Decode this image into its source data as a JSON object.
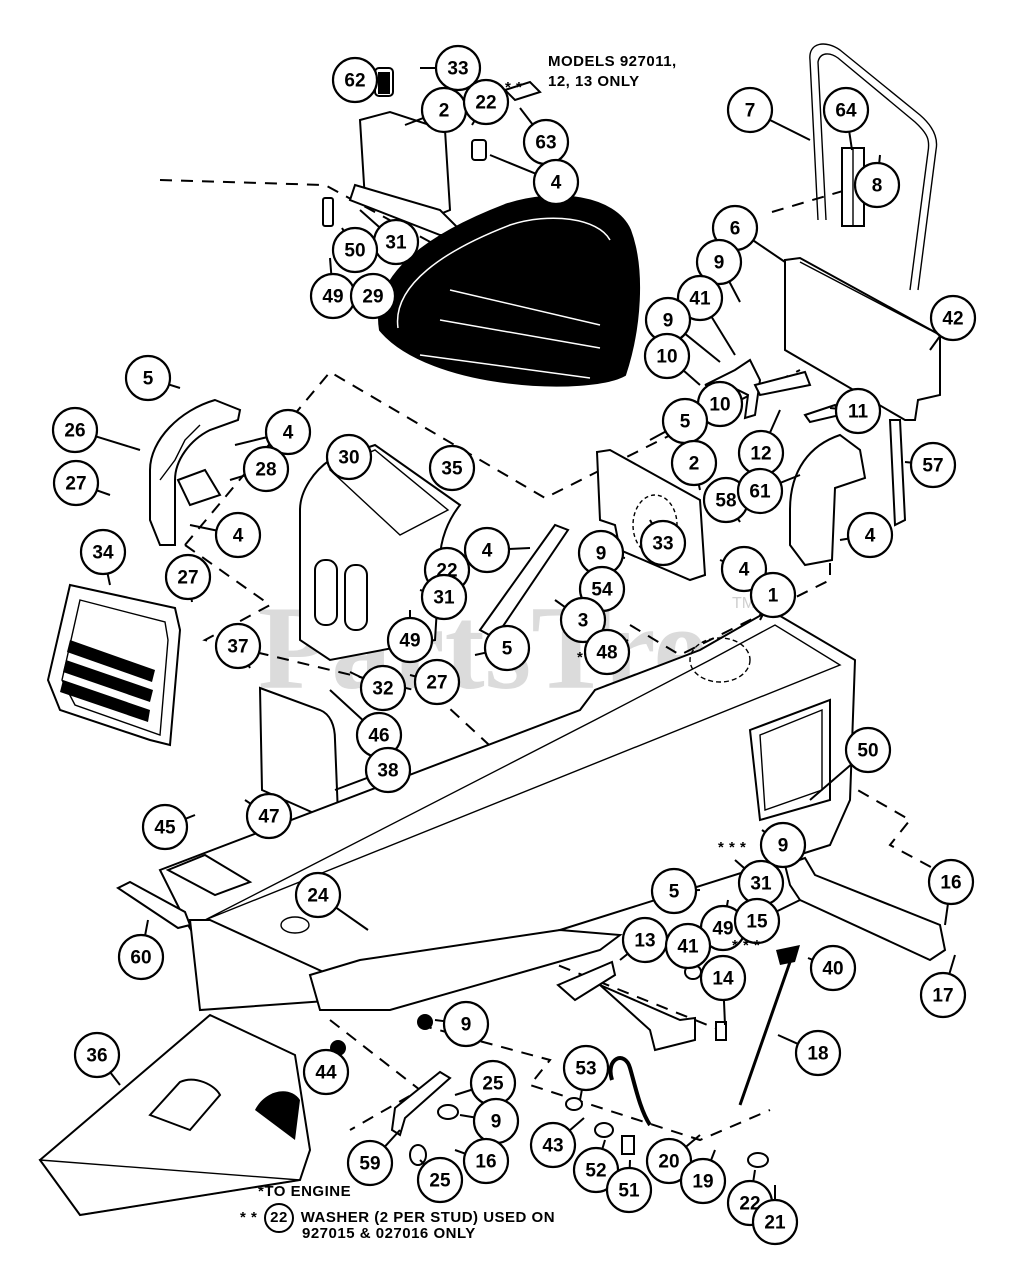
{
  "title": "Tractor Frame, Seat & Hood Support Parts Diagram",
  "watermark": {
    "text": "PartsTree",
    "trademark": "TM"
  },
  "notes": {
    "models": {
      "line1": "MODELS 927011,",
      "line2": "12, 13 ONLY",
      "marker": "* *"
    },
    "to_engine": "*TO ENGINE",
    "washer_prefix": "* *",
    "washer_ref": "22",
    "washer_line1": "WASHER (2 PER STUD) USED ON",
    "washer_line2": "927015 & 027016 ONLY",
    "triple_star": "* * *",
    "single_star": "*"
  },
  "callouts": [
    {
      "id": "33a",
      "label": "33"
    },
    {
      "id": "62",
      "label": "62"
    },
    {
      "id": "2a",
      "label": "2"
    },
    {
      "id": "22a",
      "label": "22"
    },
    {
      "id": "63",
      "label": "63"
    },
    {
      "id": "4a",
      "label": "4"
    },
    {
      "id": "31a",
      "label": "31"
    },
    {
      "id": "50a",
      "label": "50"
    },
    {
      "id": "49a",
      "label": "49"
    },
    {
      "id": "29",
      "label": "29"
    },
    {
      "id": "7",
      "label": "7"
    },
    {
      "id": "64",
      "label": "64"
    },
    {
      "id": "8",
      "label": "8"
    },
    {
      "id": "6",
      "label": "6"
    },
    {
      "id": "9a",
      "label": "9"
    },
    {
      "id": "41a",
      "label": "41"
    },
    {
      "id": "9b",
      "label": "9"
    },
    {
      "id": "42",
      "label": "42"
    },
    {
      "id": "10a",
      "label": "10"
    },
    {
      "id": "10b",
      "label": "10"
    },
    {
      "id": "11",
      "label": "11"
    },
    {
      "id": "12",
      "label": "12"
    },
    {
      "id": "5a",
      "label": "5"
    },
    {
      "id": "57",
      "label": "57"
    },
    {
      "id": "5b",
      "label": "5"
    },
    {
      "id": "26",
      "label": "26"
    },
    {
      "id": "4b",
      "label": "4"
    },
    {
      "id": "28",
      "label": "28"
    },
    {
      "id": "27a",
      "label": "27"
    },
    {
      "id": "4c",
      "label": "4"
    },
    {
      "id": "30",
      "label": "30"
    },
    {
      "id": "35",
      "label": "35"
    },
    {
      "id": "2b",
      "label": "2"
    },
    {
      "id": "58",
      "label": "58"
    },
    {
      "id": "61",
      "label": "61"
    },
    {
      "id": "4d",
      "label": "4"
    },
    {
      "id": "22b",
      "label": "22"
    },
    {
      "id": "31b",
      "label": "31"
    },
    {
      "id": "49b",
      "label": "49"
    },
    {
      "id": "4e",
      "label": "4"
    },
    {
      "id": "9c",
      "label": "9"
    },
    {
      "id": "33b",
      "label": "33"
    },
    {
      "id": "4f",
      "label": "4"
    },
    {
      "id": "54",
      "label": "54"
    },
    {
      "id": "3",
      "label": "3"
    },
    {
      "id": "1",
      "label": "1"
    },
    {
      "id": "34",
      "label": "34"
    },
    {
      "id": "27b",
      "label": "27"
    },
    {
      "id": "37",
      "label": "37"
    },
    {
      "id": "5c",
      "label": "5"
    },
    {
      "id": "48",
      "label": "48"
    },
    {
      "id": "32",
      "label": "32"
    },
    {
      "id": "27c",
      "label": "27"
    },
    {
      "id": "46",
      "label": "46"
    },
    {
      "id": "38",
      "label": "38"
    },
    {
      "id": "45",
      "label": "45"
    },
    {
      "id": "47",
      "label": "47"
    },
    {
      "id": "50b",
      "label": "50"
    },
    {
      "id": "9d",
      "label": "9"
    },
    {
      "id": "31c",
      "label": "31"
    },
    {
      "id": "16a",
      "label": "16"
    },
    {
      "id": "5d",
      "label": "5"
    },
    {
      "id": "49c",
      "label": "49"
    },
    {
      "id": "15",
      "label": "15"
    },
    {
      "id": "17",
      "label": "17"
    },
    {
      "id": "24",
      "label": "24"
    },
    {
      "id": "60",
      "label": "60"
    },
    {
      "id": "13",
      "label": "13"
    },
    {
      "id": "41b",
      "label": "41"
    },
    {
      "id": "14",
      "label": "14"
    },
    {
      "id": "40",
      "label": "40"
    },
    {
      "id": "18",
      "label": "18"
    },
    {
      "id": "9e",
      "label": "9"
    },
    {
      "id": "44",
      "label": "44"
    },
    {
      "id": "36",
      "label": "36"
    },
    {
      "id": "25a",
      "label": "25"
    },
    {
      "id": "53",
      "label": "53"
    },
    {
      "id": "9f",
      "label": "9"
    },
    {
      "id": "43",
      "label": "43"
    },
    {
      "id": "59",
      "label": "59"
    },
    {
      "id": "25b",
      "label": "25"
    },
    {
      "id": "16b",
      "label": "16"
    },
    {
      "id": "52",
      "label": "52"
    },
    {
      "id": "51",
      "label": "51"
    },
    {
      "id": "20",
      "label": "20"
    },
    {
      "id": "19",
      "label": "19"
    },
    {
      "id": "22c",
      "label": "22"
    },
    {
      "id": "21",
      "label": "21"
    }
  ]
}
